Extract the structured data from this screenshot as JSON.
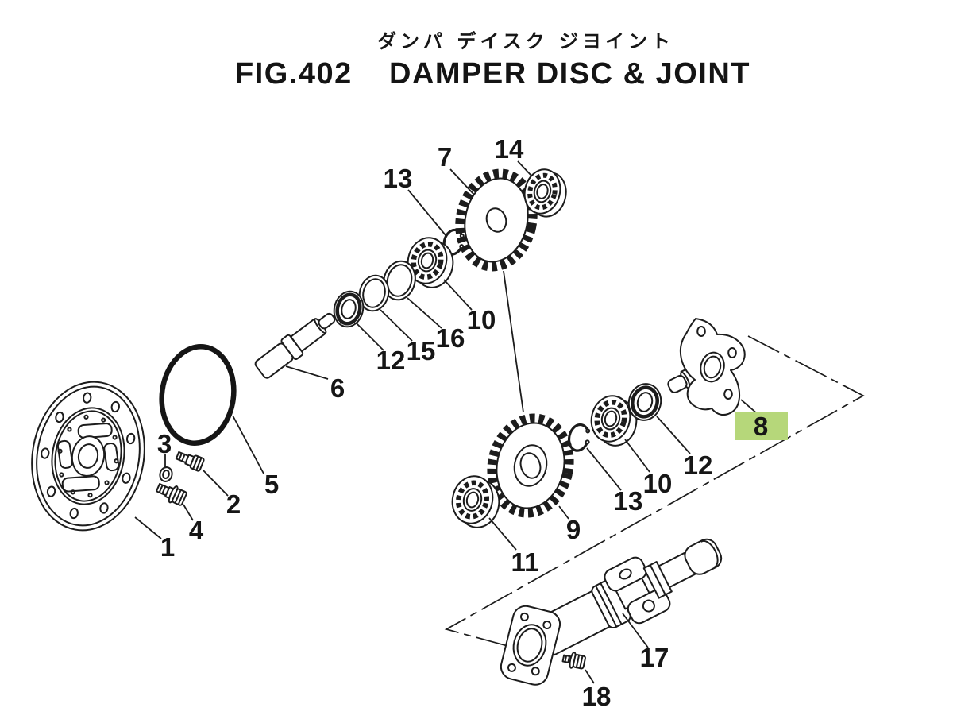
{
  "figure": {
    "fig_no": "FIG.402",
    "title_ja": "ダンパ デイスク ジヨイント",
    "title_en": "DAMPER DISC & JOINT"
  },
  "highlight": {
    "part": "8",
    "box_color": "#b6d77a",
    "text_color": "#2b470e"
  },
  "labels": {
    "p1": "1",
    "p2": "2",
    "p3": "3",
    "p4": "4",
    "p5": "5",
    "p6": "6",
    "p7": "7",
    "p8": "8",
    "p9": "9",
    "p10a": "10",
    "p10b": "10",
    "p11": "11",
    "p12a": "12",
    "p12b": "12",
    "p13a": "13",
    "p13b": "13",
    "p14": "14",
    "p15": "15",
    "p16": "16",
    "p17": "17",
    "p18": "18"
  }
}
